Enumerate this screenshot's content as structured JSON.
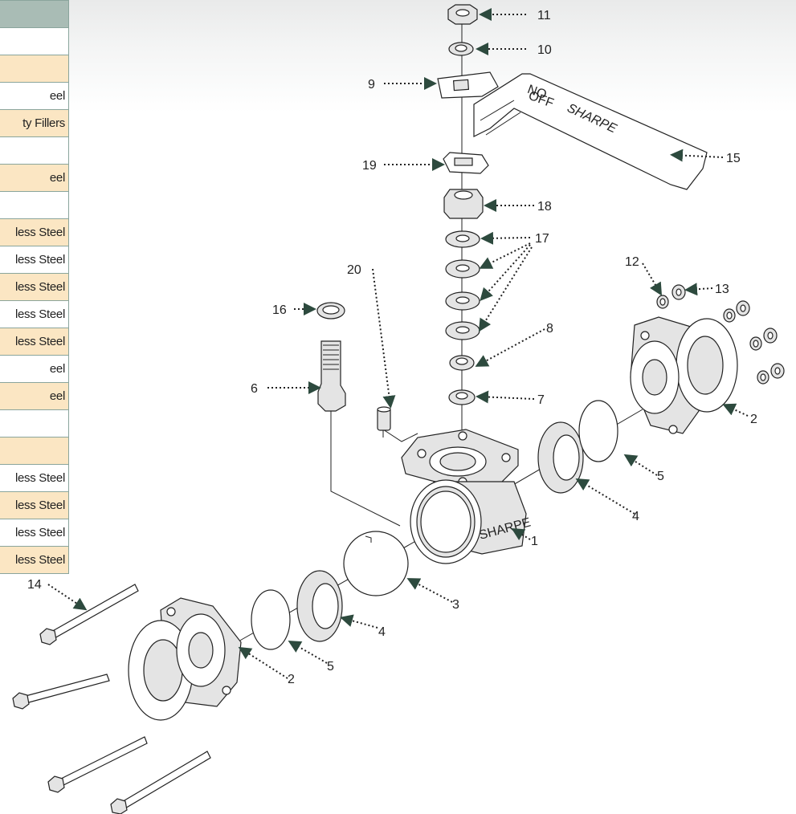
{
  "bom_table": {
    "rows": [
      {
        "text": "",
        "style": "header"
      },
      {
        "text": "",
        "style": "white"
      },
      {
        "text": "",
        "style": "tan"
      },
      {
        "text": "eel",
        "style": "white"
      },
      {
        "text": "ty Fillers",
        "style": "tan"
      },
      {
        "text": "",
        "style": "white"
      },
      {
        "text": "eel",
        "style": "tan"
      },
      {
        "text": "",
        "style": "white"
      },
      {
        "text": "less Steel",
        "style": "tan"
      },
      {
        "text": "less Steel",
        "style": "white"
      },
      {
        "text": "less Steel",
        "style": "tan"
      },
      {
        "text": "less Steel",
        "style": "white"
      },
      {
        "text": "less Steel",
        "style": "tan"
      },
      {
        "text": "eel",
        "style": "white"
      },
      {
        "text": "eel",
        "style": "tan"
      },
      {
        "text": "",
        "style": "white"
      },
      {
        "text": "",
        "style": "tan"
      },
      {
        "text": "less Steel",
        "style": "white"
      },
      {
        "text": "less Steel",
        "style": "tan"
      },
      {
        "text": "less Steel",
        "style": "white"
      },
      {
        "text": "less Steel",
        "style": "tan"
      }
    ]
  },
  "diagram": {
    "brand_marks": [
      "SHARPE",
      "SHARPE"
    ],
    "handle_markings": {
      "on": "ON",
      "off": "OFF"
    },
    "labels": {
      "p1": "1",
      "p2a": "2",
      "p2b": "2",
      "p3": "3",
      "p4a": "4",
      "p4b": "4",
      "p5a": "5",
      "p5b": "5",
      "p6": "6",
      "p7": "7",
      "p8": "8",
      "p9": "9",
      "p10": "10",
      "p11": "11",
      "p12": "12",
      "p13": "13",
      "p14": "14",
      "p15": "15",
      "p16": "16",
      "p17": "17",
      "p18": "18",
      "p19": "19",
      "p20": "20"
    }
  }
}
